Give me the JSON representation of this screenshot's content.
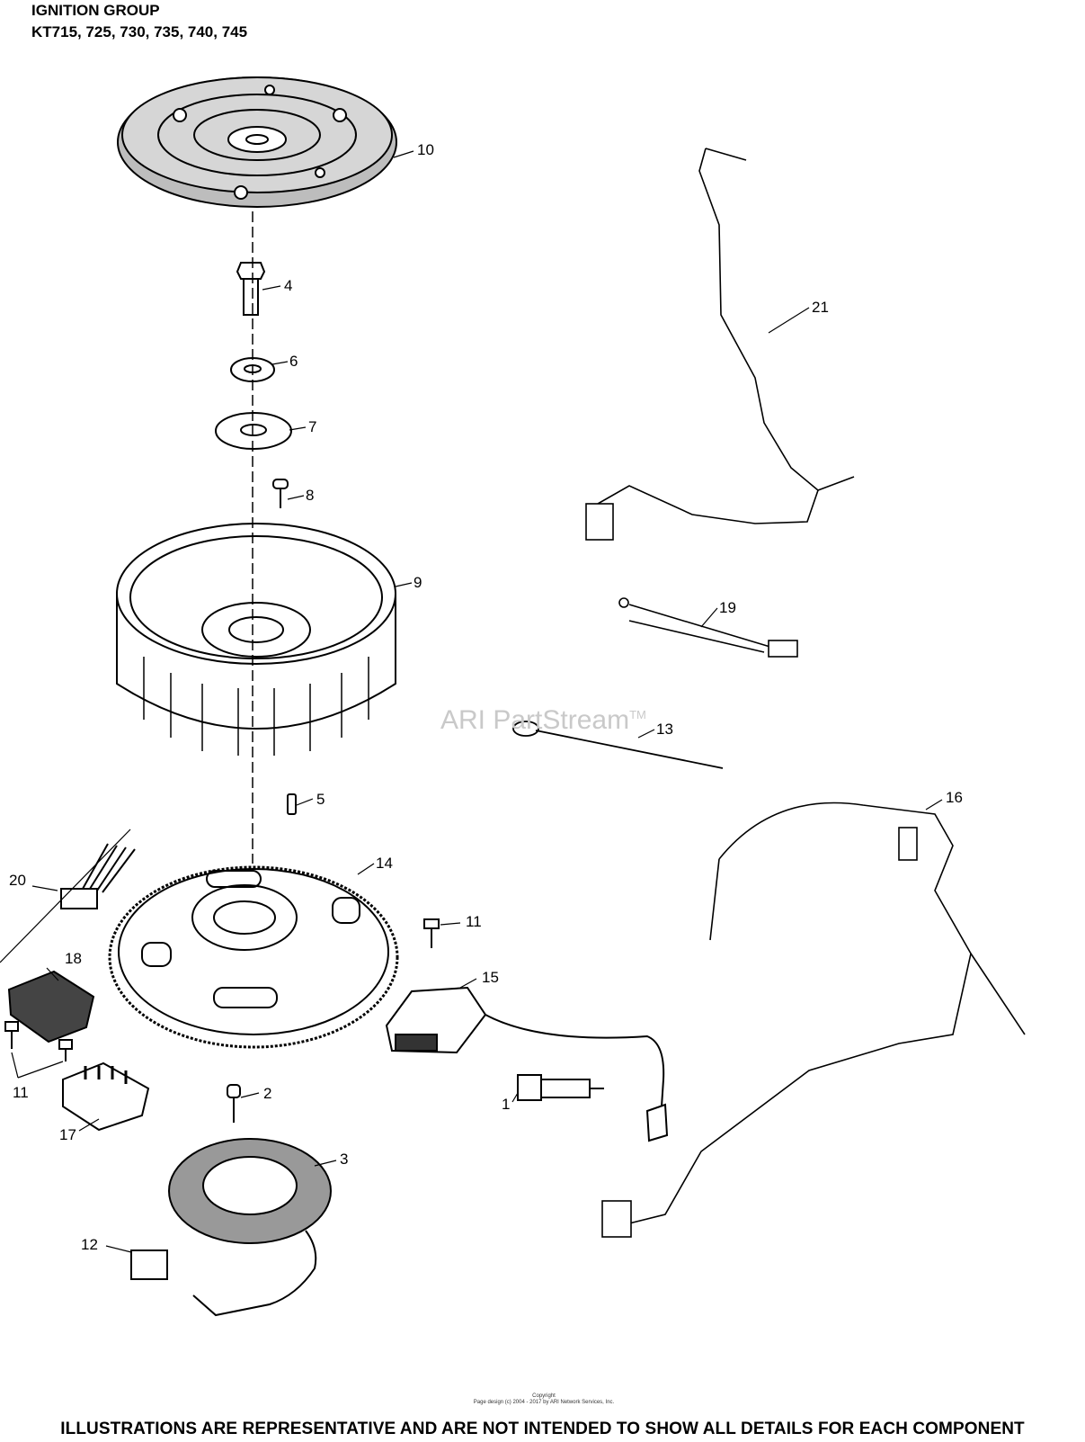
{
  "header": {
    "title": "IGNITION GROUP",
    "models": "KT715, 725, 730, 735, 740, 745"
  },
  "watermark": {
    "brand": "ARI PartStream",
    "mark": "TM"
  },
  "callouts": [
    "10",
    "4",
    "6",
    "7",
    "8",
    "9",
    "21",
    "19",
    "13",
    "5",
    "14",
    "20",
    "11",
    "16",
    "18",
    "15",
    "11",
    "1",
    "2",
    "17",
    "3",
    "12"
  ],
  "copyright": {
    "line1": "Copyright",
    "line2": "Page design (c) 2004 - 2017 by ARI Network Services, Inc."
  },
  "footer": {
    "disclaimer": "ILLUSTRATIONS ARE REPRESENTATIVE AND ARE NOT INTENDED TO SHOW ALL DETAILS FOR EACH COMPONENT"
  }
}
